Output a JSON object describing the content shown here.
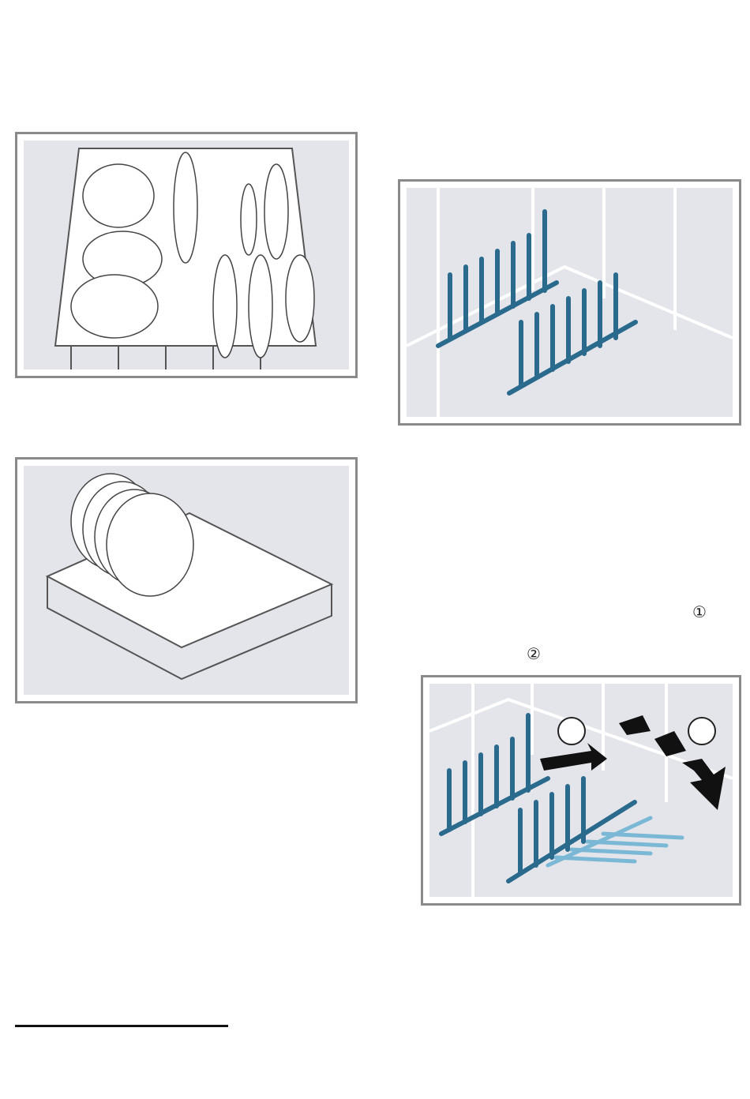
{
  "callouts": {
    "one": "①",
    "two": "②"
  },
  "figures": [
    {
      "name": "upper-basket-loaded",
      "icon": "dish-rack-illustration"
    },
    {
      "name": "lower-basket-plates",
      "icon": "dish-rack-illustration"
    },
    {
      "name": "fold-down-tines",
      "icon": "tines-illustration"
    },
    {
      "name": "fold-tines-steps",
      "icon": "tines-illustration"
    }
  ],
  "colors": {
    "panel": "#e3e5ea",
    "frame": "#8a8a8a",
    "tine": "#2a6a8c",
    "tine_light": "#7ab8d6"
  }
}
